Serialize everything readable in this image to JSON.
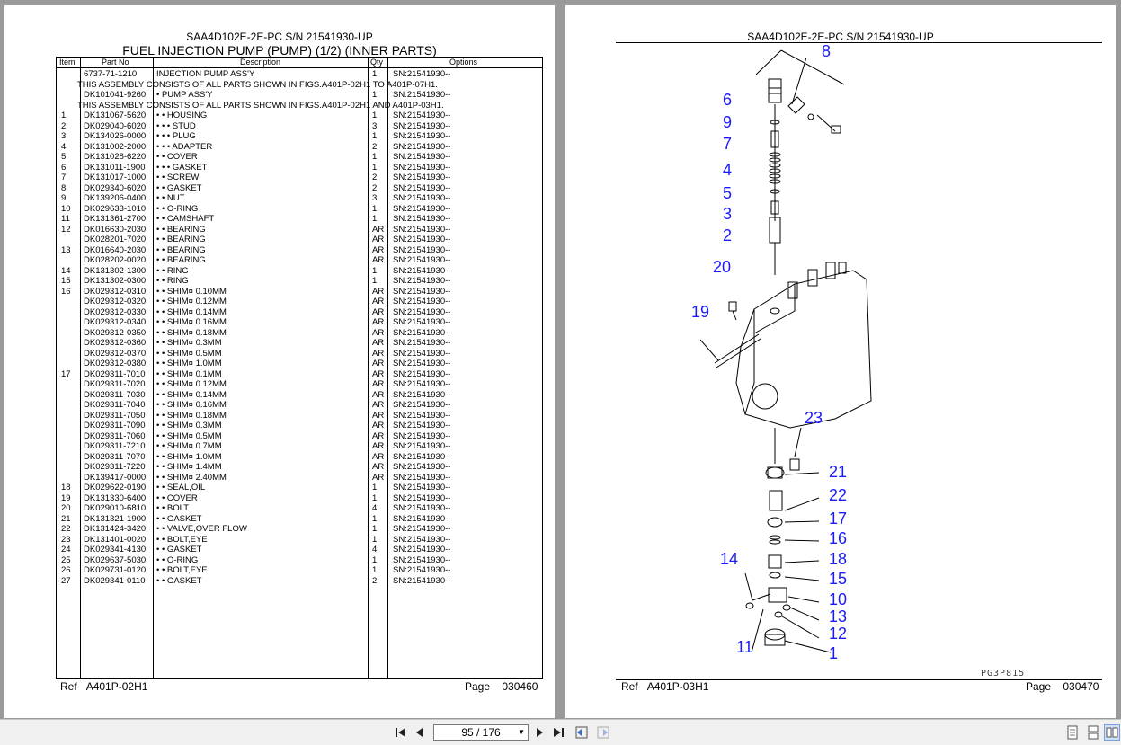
{
  "left_page": {
    "header": "SAA4D102E-2E-PC S/N 21541930-UP",
    "title": "FUEL INJECTION PUMP (PUMP) (1/2) (INNER PARTS)",
    "columns": {
      "item": "Item",
      "part_no": "Part No",
      "description": "Description",
      "qty": "Qty",
      "options": "Options"
    },
    "rows": [
      {
        "item": "",
        "part": "6737-71-1210",
        "desc": "INJECTION PUMP ASS'Y",
        "qty": "1",
        "opt": "SN:21541930--"
      },
      {
        "note": "THIS ASSEMBLY CONSISTS OF ALL PARTS SHOWN IN FIGS.A401P-02H1 TO A401P-07H1."
      },
      {
        "item": "",
        "part": "DK101041-9260",
        "desc": "• PUMP ASS'Y",
        "qty": "1",
        "opt": "SN:21541930--"
      },
      {
        "note": "THIS ASSEMBLY CONSISTS OF ALL PARTS SHOWN IN FIGS.A401P-02H1 AND A401P-03H1."
      },
      {
        "item": "1",
        "part": "DK131067-5620",
        "desc": "• • HOUSING",
        "qty": "1",
        "opt": "SN:21541930--"
      },
      {
        "item": "2",
        "part": "DK029040-6020",
        "desc": "• • • STUD",
        "qty": "3",
        "opt": "SN:21541930--"
      },
      {
        "item": "3",
        "part": "DK134026-0000",
        "desc": "• • • PLUG",
        "qty": "1",
        "opt": "SN:21541930--"
      },
      {
        "item": "4",
        "part": "DK131002-2000",
        "desc": "• • • ADAPTER",
        "qty": "2",
        "opt": "SN:21541930--"
      },
      {
        "item": "5",
        "part": "DK131028-6220",
        "desc": "• • COVER",
        "qty": "1",
        "opt": "SN:21541930--"
      },
      {
        "item": "6",
        "part": "DK131011-1900",
        "desc": "• • • GASKET",
        "qty": "1",
        "opt": "SN:21541930--"
      },
      {
        "item": "7",
        "part": "DK131017-1000",
        "desc": "• • SCREW",
        "qty": "2",
        "opt": "SN:21541930--"
      },
      {
        "item": "8",
        "part": "DK029340-6020",
        "desc": "• • GASKET",
        "qty": "2",
        "opt": "SN:21541930--"
      },
      {
        "item": "9",
        "part": "DK139206-0400",
        "desc": "• • NUT",
        "qty": "3",
        "opt": "SN:21541930--"
      },
      {
        "item": "10",
        "part": "DK029633-1010",
        "desc": "• • O-RING",
        "qty": "1",
        "opt": "SN:21541930--"
      },
      {
        "item": "11",
        "part": "DK131361-2700",
        "desc": "• • CAMSHAFT",
        "qty": "1",
        "opt": "SN:21541930--"
      },
      {
        "item": "12",
        "part": "DK016630-2030",
        "desc": "• • BEARING",
        "qty": "AR",
        "opt": "SN:21541930--"
      },
      {
        "item": "",
        "part": "DK028201-7020",
        "desc": "• • BEARING",
        "qty": "AR",
        "opt": "SN:21541930--"
      },
      {
        "item": "13",
        "part": "DK016640-2030",
        "desc": "• • BEARING",
        "qty": "AR",
        "opt": "SN:21541930--"
      },
      {
        "item": "",
        "part": "DK028202-0020",
        "desc": "• • BEARING",
        "qty": "AR",
        "opt": "SN:21541930--"
      },
      {
        "item": "14",
        "part": "DK131302-1300",
        "desc": "• • RING",
        "qty": "1",
        "opt": "SN:21541930--"
      },
      {
        "item": "15",
        "part": "DK131302-0300",
        "desc": "• • RING",
        "qty": "1",
        "opt": "SN:21541930--"
      },
      {
        "item": "16",
        "part": "DK029312-0310",
        "desc": "• • SHIM¤ 0.10MM",
        "qty": "AR",
        "opt": "SN:21541930--"
      },
      {
        "item": "",
        "part": "DK029312-0320",
        "desc": "• • SHIM¤ 0.12MM",
        "qty": "AR",
        "opt": "SN:21541930--"
      },
      {
        "item": "",
        "part": "DK029312-0330",
        "desc": "• • SHIM¤ 0.14MM",
        "qty": "AR",
        "opt": "SN:21541930--"
      },
      {
        "item": "",
        "part": "DK029312-0340",
        "desc": "• • SHIM¤ 0.16MM",
        "qty": "AR",
        "opt": "SN:21541930--"
      },
      {
        "item": "",
        "part": "DK029312-0350",
        "desc": "• • SHIM¤ 0.18MM",
        "qty": "AR",
        "opt": "SN:21541930--"
      },
      {
        "item": "",
        "part": "DK029312-0360",
        "desc": "• • SHIM¤ 0.3MM",
        "qty": "AR",
        "opt": "SN:21541930--"
      },
      {
        "item": "",
        "part": "DK029312-0370",
        "desc": "• • SHIM¤ 0.5MM",
        "qty": "AR",
        "opt": "SN:21541930--"
      },
      {
        "item": "",
        "part": "DK029312-0380",
        "desc": "• • SHIM¤ 1.0MM",
        "qty": "AR",
        "opt": "SN:21541930--"
      },
      {
        "item": "17",
        "part": "DK029311-7010",
        "desc": "• • SHIM¤ 0.1MM",
        "qty": "AR",
        "opt": "SN:21541930--"
      },
      {
        "item": "",
        "part": "DK029311-7020",
        "desc": "• • SHIM¤ 0.12MM",
        "qty": "AR",
        "opt": "SN:21541930--"
      },
      {
        "item": "",
        "part": "DK029311-7030",
        "desc": "• • SHIM¤ 0.14MM",
        "qty": "AR",
        "opt": "SN:21541930--"
      },
      {
        "item": "",
        "part": "DK029311-7040",
        "desc": "• • SHIM¤ 0.16MM",
        "qty": "AR",
        "opt": "SN:21541930--"
      },
      {
        "item": "",
        "part": "DK029311-7050",
        "desc": "• • SHIM¤ 0.18MM",
        "qty": "AR",
        "opt": "SN:21541930--"
      },
      {
        "item": "",
        "part": "DK029311-7090",
        "desc": "• • SHIM¤ 0.3MM",
        "qty": "AR",
        "opt": "SN:21541930--"
      },
      {
        "item": "",
        "part": "DK029311-7060",
        "desc": "• • SHIM¤ 0.5MM",
        "qty": "AR",
        "opt": "SN:21541930--"
      },
      {
        "item": "",
        "part": "DK029311-7210",
        "desc": "• • SHIM¤ 0.7MM",
        "qty": "AR",
        "opt": "SN:21541930--"
      },
      {
        "item": "",
        "part": "DK029311-7070",
        "desc": "• • SHIM¤ 1.0MM",
        "qty": "AR",
        "opt": "SN:21541930--"
      },
      {
        "item": "",
        "part": "DK029311-7220",
        "desc": "• • SHIM¤ 1.4MM",
        "qty": "AR",
        "opt": "SN:21541930--"
      },
      {
        "item": "",
        "part": "DK139417-0000",
        "desc": "• • SHIM¤ 2.40MM",
        "qty": "AR",
        "opt": "SN:21541930--"
      },
      {
        "item": "18",
        "part": "DK029622-0190",
        "desc": "• • SEAL,OIL",
        "qty": "1",
        "opt": "SN:21541930--"
      },
      {
        "item": "19",
        "part": "DK131330-6400",
        "desc": "• • COVER",
        "qty": "1",
        "opt": "SN:21541930--"
      },
      {
        "item": "20",
        "part": "DK029010-6810",
        "desc": "• • BOLT",
        "qty": "4",
        "opt": "SN:21541930--"
      },
      {
        "item": "21",
        "part": "DK131321-1900",
        "desc": "• • GASKET",
        "qty": "1",
        "opt": "SN:21541930--"
      },
      {
        "item": "22",
        "part": "DK131424-3420",
        "desc": "• • VALVE,OVER FLOW",
        "qty": "1",
        "opt": "SN:21541930--"
      },
      {
        "item": "23",
        "part": "DK131401-0020",
        "desc": "• • BOLT,EYE",
        "qty": "1",
        "opt": "SN:21541930--"
      },
      {
        "item": "24",
        "part": "DK029341-4130",
        "desc": "• • GASKET",
        "qty": "4",
        "opt": "SN:21541930--"
      },
      {
        "item": "25",
        "part": "DK029637-5030",
        "desc": "• • O-RING",
        "qty": "1",
        "opt": "SN:21541930--"
      },
      {
        "item": "26",
        "part": "DK029731-0120",
        "desc": "• • BOLT,EYE",
        "qty": "1",
        "opt": "SN:21541930--"
      },
      {
        "item": "27",
        "part": "DK029341-0110",
        "desc": "• • GASKET",
        "qty": "2",
        "opt": "SN:21541930--"
      }
    ],
    "footer": {
      "ref_label": "Ref",
      "ref": "A401P-02H1",
      "page_label": "Page",
      "page": "030460"
    }
  },
  "right_page": {
    "header": "SAA4D102E-2E-PC S/N 21541930-UP",
    "callouts": [
      "8",
      "6",
      "9",
      "7",
      "4",
      "5",
      "3",
      "2",
      "20",
      "19",
      "23",
      "21",
      "22",
      "17",
      "16",
      "14",
      "18",
      "15",
      "10",
      "13",
      "12",
      "11",
      "1"
    ],
    "figure_code": "PG3P815",
    "footer": {
      "ref_label": "Ref",
      "ref": "A401P-03H1",
      "page_label": "Page",
      "page": "030470"
    }
  },
  "toolbar": {
    "page_indicator": "95 / 176",
    "icons": [
      "first-page-icon",
      "prev-page-icon",
      "next-page-icon",
      "last-page-icon",
      "back-view-icon",
      "forward-view-icon",
      "single-page-icon",
      "continuous-page-icon",
      "two-page-icon"
    ]
  }
}
